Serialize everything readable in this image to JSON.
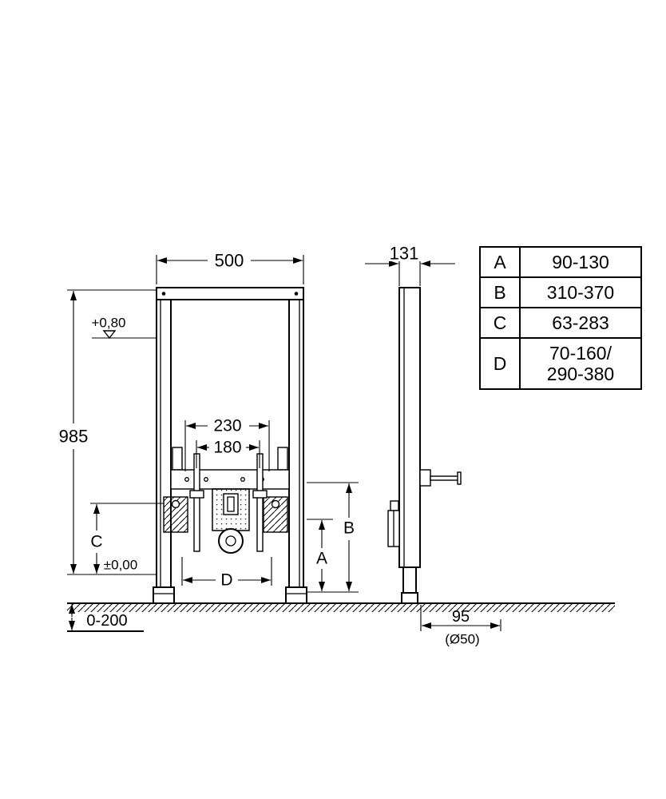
{
  "labels": {
    "front_width": "500",
    "frame_height": "985",
    "level_top": "+0,80",
    "level_zero": "±0,00",
    "spacing_outer": "230",
    "spacing_inner": "180",
    "dim_a": "A",
    "dim_b": "B",
    "dim_c": "C",
    "dim_d": "D",
    "foot_range": "0-200",
    "side_depth": "131",
    "drain_offset": "95",
    "drain_diameter": "(Ø50)"
  },
  "table": {
    "rows": [
      {
        "key": "A",
        "value": "90-130"
      },
      {
        "key": "B",
        "value": "310-370"
      },
      {
        "key": "C",
        "value": "63-283"
      },
      {
        "key": "D",
        "value": "70-160/",
        "value2": "290-380"
      }
    ]
  },
  "colors": {
    "ink": "#000000",
    "background": "#ffffff"
  }
}
